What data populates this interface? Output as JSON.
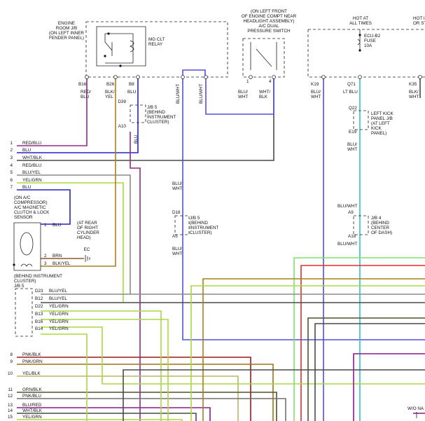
{
  "colors": {
    "RED/BLU": "#8e2a8e",
    "BLU": "#2323c8",
    "WHT/BLK": "#4a4a4a",
    "BLU/YEL": "#8b8b8b",
    "YEL/GRN": "#a8d840",
    "BLK/YEL": "#a8801a",
    "BRN": "#8a5a2a",
    "PNK/BLK": "#a01818",
    "PNK/GRN": "#a07018",
    "YEL/BLK": "#b8b860",
    "GRN/BLK": "#505030",
    "PNK/BLU": "#707070",
    "BLU/RED": "#8a1a8a",
    "LT BLU": "#30c0d0",
    "LT_GRN": "#80e070",
    "RED": "#e03030",
    "BLU/WHT": "#5050d8"
  },
  "headers": {
    "engine_jb": [
      "ENGINE",
      "ROOM J/B",
      "(ON LEFT INNER",
      "FENDER PANEL)"
    ],
    "ac_switch_loc": [
      "(ON LEFT FRONT",
      "OF ENGINE COMPT NEAR",
      "HEADLIGHT ASSEMBLY)",
      "A/C DUAL",
      "PRESSURE SWITCH"
    ],
    "hot_at": [
      "HOT AT",
      "ALL TIMES"
    ],
    "hot_in": [
      "HOT IN",
      "OR STA"
    ],
    "mg_relay": [
      "MG CLT",
      "RELAY"
    ],
    "fuse": [
      "ECU-B2",
      "FUSE",
      "10A"
    ]
  },
  "pins": {
    "b16": "B16",
    "b26": "B26",
    "b8": "B8",
    "p1": "1",
    "p4": "4",
    "k19": "K19",
    "q71": "Q71",
    "k35": "K35",
    "d39": "D39",
    "a10": "A10",
    "q22": "Q22",
    "e19": "E19",
    "d18": "D18",
    "a5": "A5",
    "a9": "A9",
    "a18": "A18"
  },
  "wire_labels": {
    "red_blu": [
      "RED/",
      "BLU"
    ],
    "blk_yel": [
      "BLK/",
      "YEL"
    ],
    "blu": "BLU",
    "blu_wht_v": "BLU/WHT",
    "blu_wht_2": [
      "BLU/",
      "WHT"
    ],
    "wht_blk": [
      "WHT/",
      "BLK"
    ],
    "k19_lbl": [
      "BLU/",
      "WHT"
    ],
    "lt_blu": "LT BLU",
    "k35_lbl": [
      "BLK/",
      "WHT"
    ],
    "q22_lbl": [
      "BLU/",
      "WHT"
    ],
    "a9_lbl": "BLU/WHT",
    "a18_lbl": "BLU/WHT",
    "d18_lbl": [
      "BLU/",
      "WHT"
    ],
    "a5_lbl": [
      "BLU/",
      "WHT"
    ],
    "blu_a10": "BLU"
  },
  "jb_labels": {
    "jb5_top": [
      "J/B 5",
      "(BEHIND",
      "INSTRUMENT",
      "CLUSTER)"
    ],
    "kick": [
      "LEFT KICK",
      "PANEL J/B",
      "(AT LEFT",
      "KICK",
      "PANEL)"
    ],
    "jb5_mid": [
      "J/B 5",
      "(BEHIND",
      "INSTRUMENT",
      "CLUSTER)"
    ],
    "jb4": [
      "J/B 4",
      "(BEHIND",
      "CENTER",
      "OF DASH)"
    ]
  },
  "left_wires": [
    {
      "n": "1",
      "label": "RED/BLU"
    },
    {
      "n": "2",
      "label": "BLU"
    },
    {
      "n": "3",
      "label": "WHT/BLK"
    },
    {
      "n": "4",
      "label": "RED/BLU"
    },
    {
      "n": "5",
      "label": "BLU/YEL"
    },
    {
      "n": "6",
      "label": "YEL/GRN"
    },
    {
      "n": "7",
      "label": "BLU"
    }
  ],
  "sensor": {
    "title": [
      "(ON A/C",
      "COMPRESSOR)",
      "A/C MAGNETIC",
      "CLUTCH & LOCK",
      "SENSOR"
    ],
    "rear": [
      "(AT REAR",
      "OF RIGHT",
      "CYLINDER",
      "HEAD)"
    ],
    "pin1": "1",
    "pin1_lbl": "BLU",
    "pin2": "2",
    "pin2_lbl": "BRN",
    "pin3": "3",
    "pin3_lbl": "BLK/YEL",
    "ec": "EC"
  },
  "jb5_lower": {
    "title": [
      "(BEHIND INSTRUMENT",
      "CLUSTER)",
      "J/B 5"
    ],
    "rows": [
      {
        "pin": "D23",
        "label": "BLU/YEL"
      },
      {
        "pin": "B12",
        "label": "BLU/YEL"
      },
      {
        "pin": "D22",
        "label": "YEL/GRN"
      },
      {
        "pin": "B13",
        "label": "YEL/GRN"
      },
      {
        "pin": "B16",
        "label": "YEL/GRN"
      },
      {
        "pin": "B14",
        "label": "YEL/GRN"
      }
    ]
  },
  "bottom_wires": [
    {
      "n": "8",
      "label": "PNK/BLK"
    },
    {
      "n": "9",
      "label": "PNK/GRN"
    },
    {
      "n": "10",
      "label": "YEL/BLK"
    },
    {
      "n": "11",
      "label": "GRN/BLK"
    },
    {
      "n": "12",
      "label": "PNK/BLU"
    },
    {
      "n": "13",
      "label": "BLU/RED"
    },
    {
      "n": "14",
      "label": "WHT/BLK"
    },
    {
      "n": "15",
      "label": "YEL/GRN"
    }
  ],
  "wo_na": "W/O NA"
}
